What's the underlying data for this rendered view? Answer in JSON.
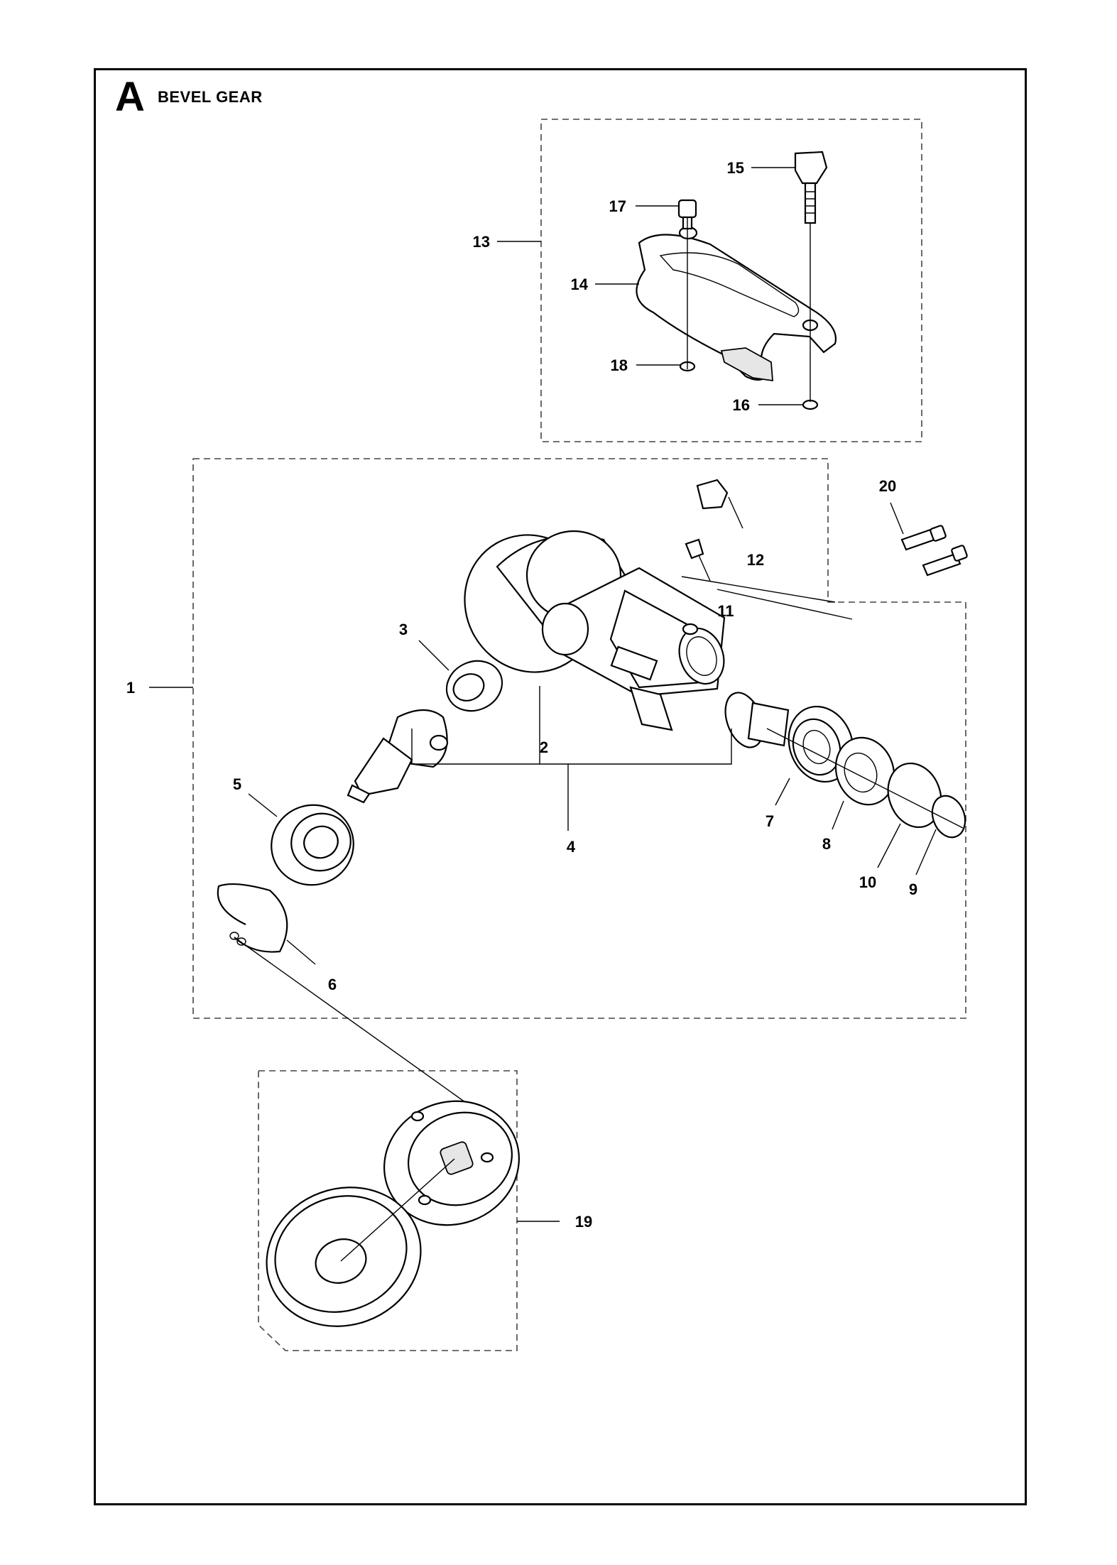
{
  "section": {
    "letter": "A",
    "title": "BEVEL GEAR"
  },
  "callouts": {
    "p1": "1",
    "p2": "2",
    "p3": "3",
    "p4": "4",
    "p5": "5",
    "p6": "6",
    "p7": "7",
    "p8": "8",
    "p9": "9",
    "p10": "10",
    "p11": "11",
    "p12": "12",
    "p13": "13",
    "p14": "14",
    "p15": "15",
    "p16": "16",
    "p17": "17",
    "p18": "18",
    "p19": "19",
    "p20": "20"
  },
  "colors": {
    "line": "#000000",
    "dash": "#444444",
    "background": "#ffffff"
  }
}
